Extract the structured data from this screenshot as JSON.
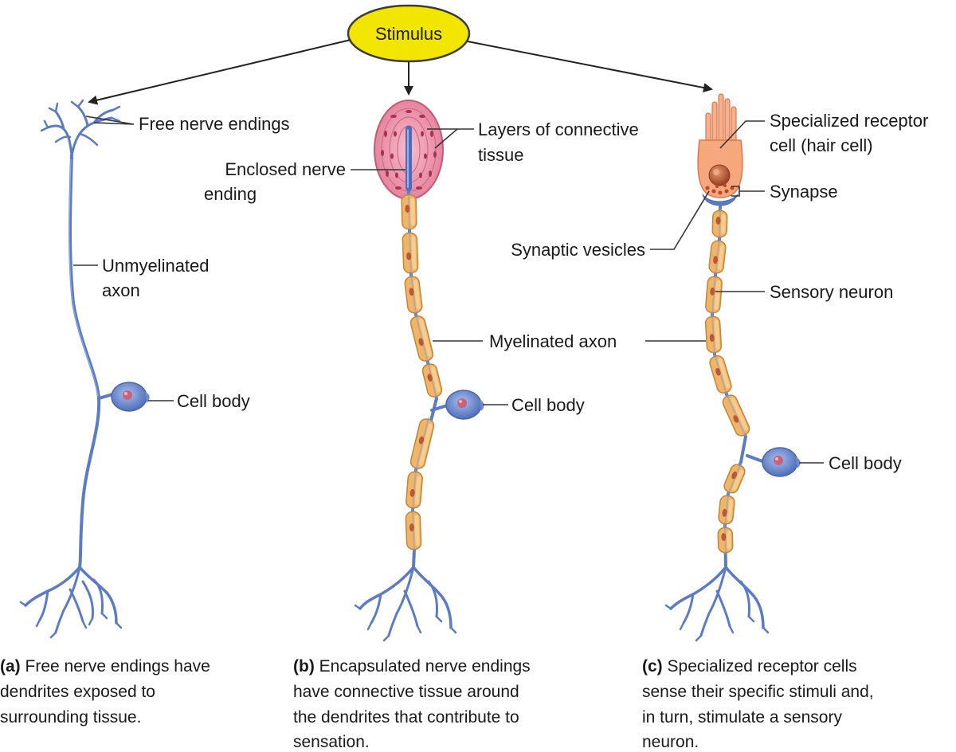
{
  "stimulus": {
    "label": "Stimulus",
    "fill": "#f2e600",
    "stroke": "#3b3b3b"
  },
  "colors": {
    "nerve": "#5b7cc4",
    "myelin": "#f0b566",
    "capsule": "#ec8fa6",
    "hair_cell": "#f6a77c"
  },
  "panel_a": {
    "labels": {
      "free_nerve_endings": "Free nerve endings",
      "unmyelinated_1": "Unmyelinated",
      "unmyelinated_2": "axon",
      "cell_body": "Cell body"
    },
    "caption": {
      "letter": "(a)",
      "line1": " Free nerve endings have",
      "line2": "dendrites exposed to",
      "line3": "surrounding tissue."
    }
  },
  "panel_b": {
    "labels": {
      "layers_1": "Layers of connective",
      "layers_2": "tissue",
      "enclosed_1": "Enclosed nerve",
      "enclosed_2": "ending",
      "myelinated_axon": "Myelinated axon",
      "cell_body": "Cell body"
    },
    "caption": {
      "letter": "(b)",
      "line1": " Encapsulated nerve endings",
      "line2": "have connective tissue around",
      "line3": "the dendrites that contribute to",
      "line4": "sensation."
    }
  },
  "panel_c": {
    "labels": {
      "specialized_1": "Specialized receptor",
      "specialized_2": "cell (hair cell)",
      "synapse": "Synapse",
      "synaptic_vesicles": "Synaptic vesicles",
      "sensory_neuron": "Sensory neuron",
      "cell_body": "Cell body"
    },
    "caption": {
      "letter": "(c)",
      "line1": " Specialized receptor cells",
      "line2": "sense their specific stimuli and,",
      "line3": "in turn, stimulate a sensory",
      "line4": "neuron."
    }
  }
}
